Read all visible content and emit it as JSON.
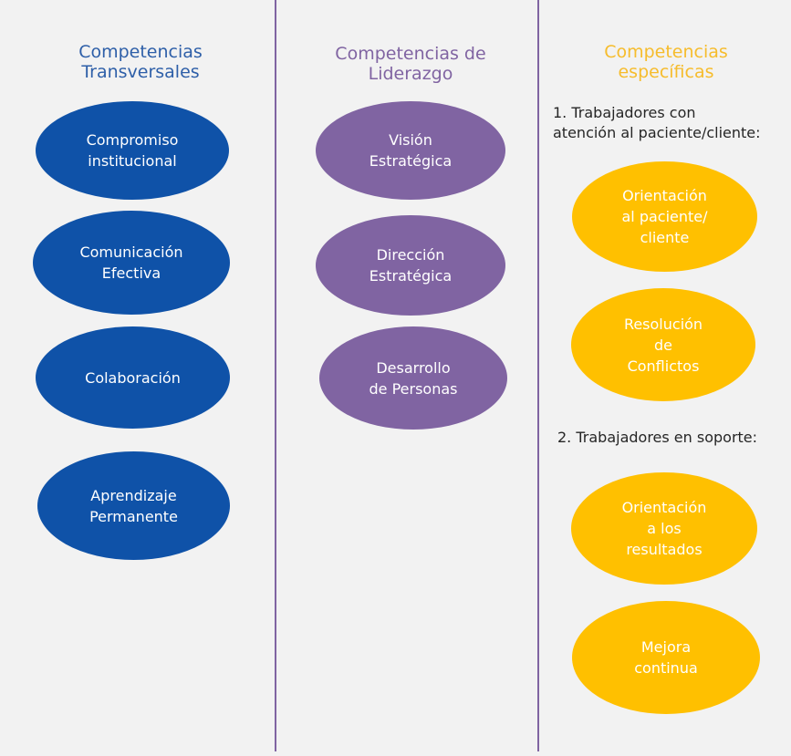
{
  "colors": {
    "transversales": "#0f52a8",
    "liderazgo": "#8064a2",
    "especificas": "#ffc000",
    "background": "#f2f2f2",
    "divider": "#8064a2"
  },
  "columns": [
    {
      "title": "Competencias\nTransversales",
      "items": [
        "Compromiso\ninstitucional",
        "Comunicación\nEfectiva",
        "Colaboración",
        "Aprendizaje\nPermanente"
      ]
    },
    {
      "title": "Competencias de\nLiderazgo",
      "items": [
        "Visión\nEstratégica",
        "Dirección\nEstratégica",
        "Desarrollo\nde Personas"
      ]
    },
    {
      "title": "Competencias\nespecíficas",
      "groups": [
        {
          "label": "1. Trabajadores con\natención al paciente/cliente:",
          "items": [
            "Orientación\nal paciente/\ncliente",
            "Resolución\nde\nConflictos"
          ]
        },
        {
          "label": "2. Trabajadores en soporte:",
          "items": [
            "Orientación\na los\nresultados",
            "Mejora\ncontinua"
          ]
        }
      ]
    }
  ]
}
